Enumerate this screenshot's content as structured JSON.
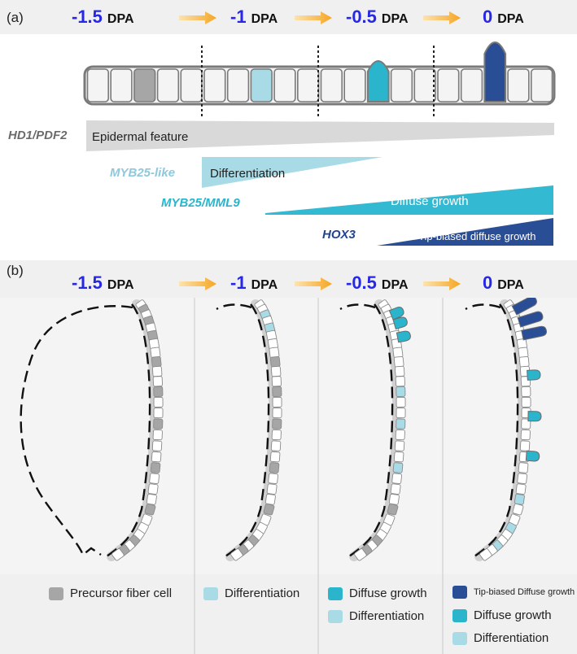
{
  "panel_a": {
    "label": "(a)",
    "timeline": [
      {
        "num": "-1.5",
        "unit": "DPA"
      },
      {
        "num": "-1",
        "unit": "DPA"
      },
      {
        "num": "-0.5",
        "unit": "DPA"
      },
      {
        "num": "0",
        "unit": "DPA"
      }
    ],
    "genes": [
      {
        "name": "HD1/PDF2",
        "feature": "Epidermal feature",
        "color": "#6b6b6b",
        "ramp_color": "#d9d9d9"
      },
      {
        "name": "MYB25-like",
        "feature": "Differentiation",
        "color": "#8ec9db",
        "ramp_color": "#a9dbe6"
      },
      {
        "name": "MYB25/MML9",
        "feature": "Diffuse growth",
        "color": "#2ab5cc",
        "ramp_color": "#33b9d1"
      },
      {
        "name": "HOX3",
        "feature": "Tip-biased diffuse growth",
        "color": "#22438f",
        "ramp_color": "#2a4e96"
      }
    ]
  },
  "panel_b": {
    "label": "(b)",
    "timeline": [
      {
        "num": "-1.5",
        "unit": "DPA"
      },
      {
        "num": "-1",
        "unit": "DPA"
      },
      {
        "num": "-0.5",
        "unit": "DPA"
      },
      {
        "num": "0",
        "unit": "DPA"
      }
    ],
    "legend": {
      "col1": [
        {
          "label": "Precursor fiber cell",
          "color": "#a6a6a6"
        }
      ],
      "col2": [
        {
          "label": "Differentiation",
          "color": "#a9dbe6"
        }
      ],
      "col3": [
        {
          "label": "Diffuse growth",
          "color": "#2ab5cc"
        },
        {
          "label": "Differentiation",
          "color": "#a9dbe6"
        }
      ],
      "col4": [
        {
          "label": "Tip-biased Diffuse growth",
          "color": "#2a4e96"
        },
        {
          "label": "Diffuse growth",
          "color": "#2ab5cc"
        },
        {
          "label": "Differentiation",
          "color": "#a9dbe6"
        }
      ]
    }
  },
  "colors": {
    "dpa_number": "#2727e6",
    "arrow": "#f5a623",
    "precursor": "#a6a6a6",
    "differentiation": "#a9dbe6",
    "diffuse": "#2ab5cc",
    "tip": "#2a4e96",
    "cell_fill": "#f4f4f4",
    "cell_stroke": "#7a7a7a"
  }
}
